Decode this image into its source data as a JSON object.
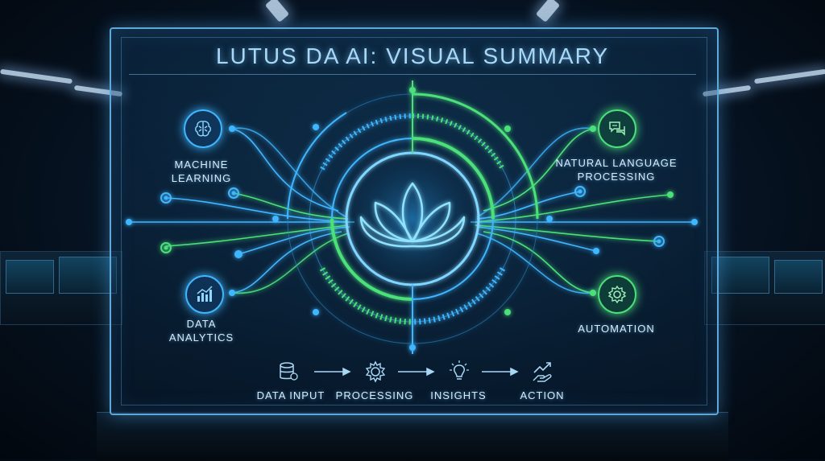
{
  "title": "LUTUS DA AI: VISUAL SUMMARY",
  "capabilities": [
    {
      "label_line1": "MACHINE",
      "label_line2": "LEARNING",
      "icon": "brain-icon"
    },
    {
      "label_line1": "DATA",
      "label_line2": "ANALYTICS",
      "icon": "bar-chart-icon"
    },
    {
      "label_line1": "NATURAL LANGUAGE",
      "label_line2": "PROCESSING",
      "icon": "chat-bubbles-icon"
    },
    {
      "label_line1": "AUTOMATION",
      "label_line2": "",
      "icon": "gear-icon"
    }
  ],
  "center": {
    "icon": "lotus-icon"
  },
  "flow": [
    {
      "label": "DATA INPUT",
      "icon": "database-icon"
    },
    {
      "label": "PROCESSING",
      "icon": "gears-icon"
    },
    {
      "label": "INSIGHTS",
      "icon": "lightbulb-icon"
    },
    {
      "label": "ACTION",
      "icon": "growth-hand-icon"
    }
  ],
  "colors": {
    "blue": "#3fb6ff",
    "green": "#4be07a",
    "text": "#d7ecfb"
  }
}
